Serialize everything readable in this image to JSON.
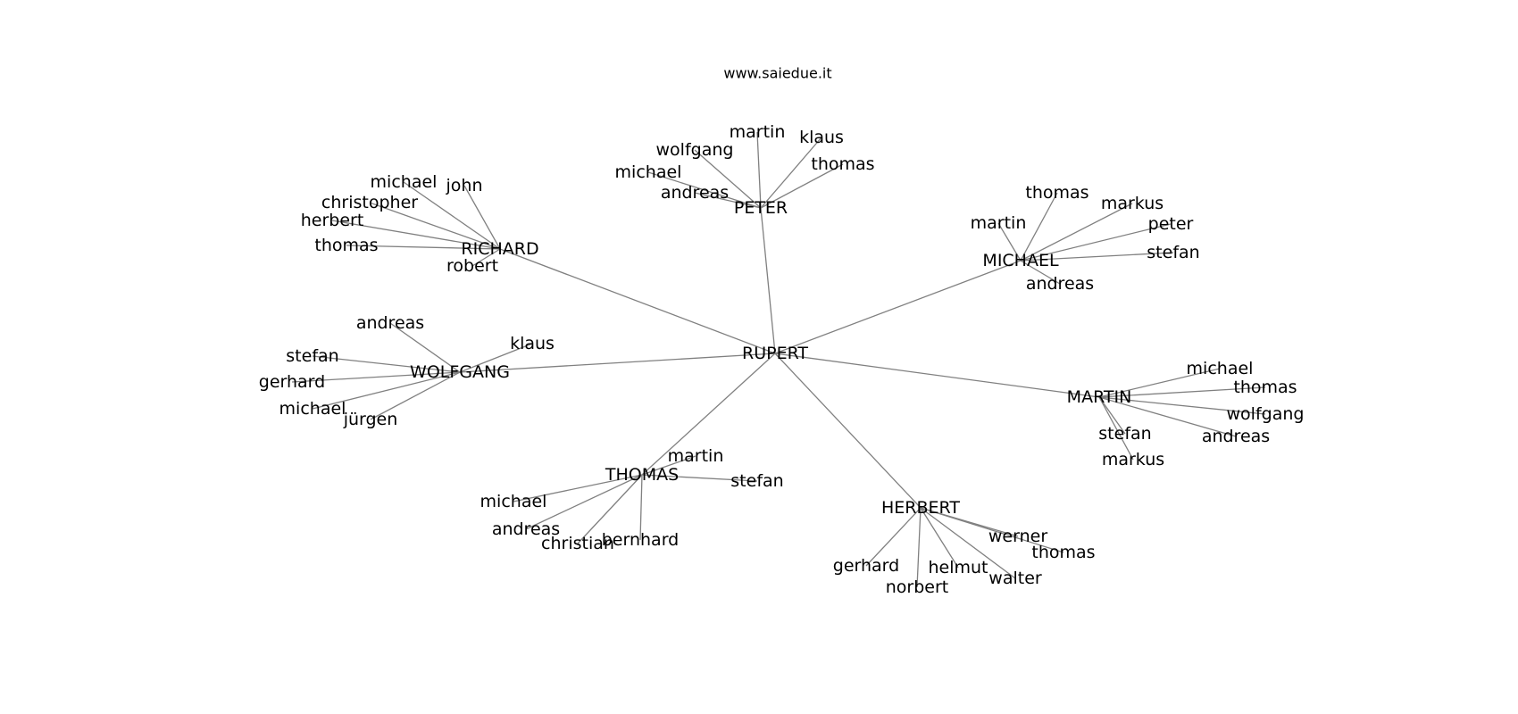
{
  "title": "www.saiedue.it",
  "graph": {
    "center": "RUPERT",
    "clusters": [
      {
        "hub": "PETER",
        "leaves": [
          "martin",
          "klaus",
          "wolfgang",
          "thomas",
          "michael",
          "andreas"
        ]
      },
      {
        "hub": "RICHARD",
        "leaves": [
          "michael",
          "john",
          "christopher",
          "herbert",
          "thomas",
          "robert"
        ]
      },
      {
        "hub": "MICHAEL",
        "leaves": [
          "thomas",
          "markus",
          "martin",
          "peter",
          "stefan",
          "andreas"
        ]
      },
      {
        "hub": "WOLFGANG",
        "leaves": [
          "andreas",
          "klaus",
          "stefan",
          "gerhard",
          "michael",
          "jürgen"
        ]
      },
      {
        "hub": "MARTIN",
        "leaves": [
          "michael",
          "thomas",
          "wolfgang",
          "andreas",
          "stefan",
          "markus"
        ]
      },
      {
        "hub": "THOMAS",
        "leaves": [
          "martin",
          "stefan",
          "michael",
          "andreas",
          "christian",
          "bernhard"
        ]
      },
      {
        "hub": "HERBERT",
        "leaves": [
          "werner",
          "thomas",
          "gerhard",
          "helmut",
          "walter",
          "norbert"
        ]
      }
    ]
  }
}
